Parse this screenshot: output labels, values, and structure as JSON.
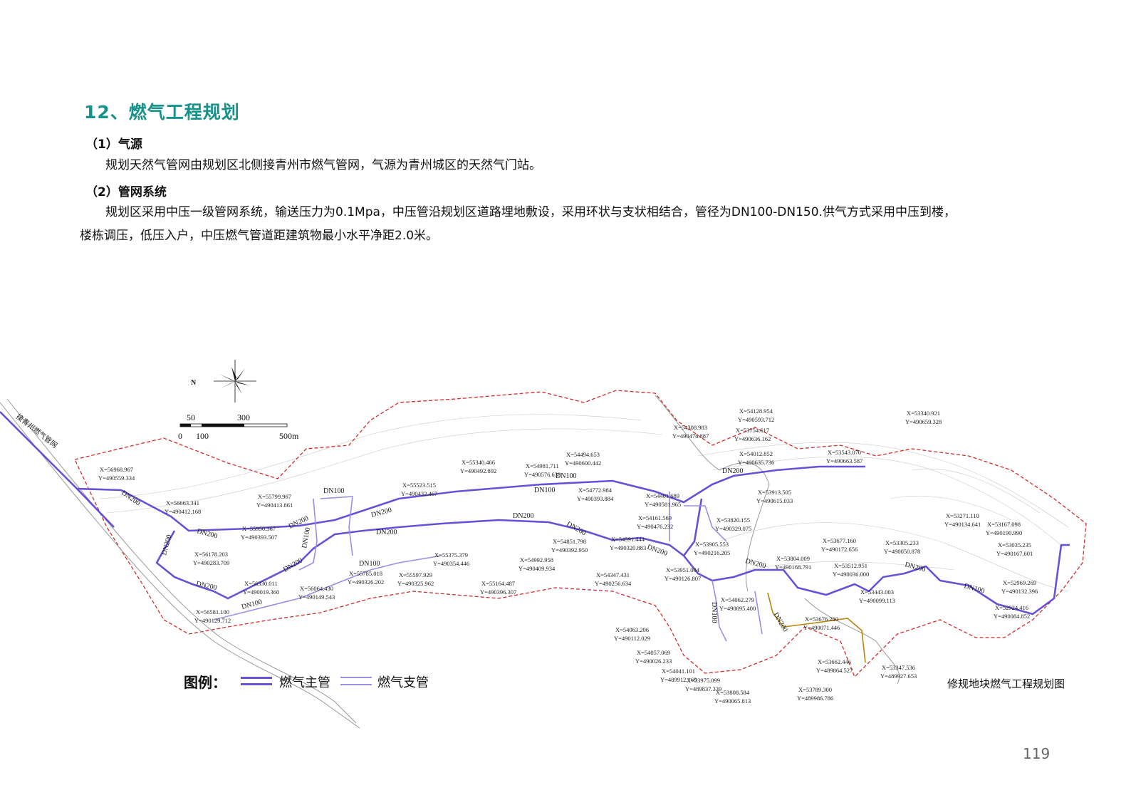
{
  "doc": {
    "title": "12、燃气工程规划",
    "section1_heading": "（1）气源",
    "section1_text": "规划天然气管网由规划区北侧接青州市燃气管网，气源为青州城区的天然气门站。",
    "section2_heading": "（2）管网系统",
    "section2_text_line1": "规划区采用中压一级管网系统，输送压力为0.1Mpa，中压管沿规划区道路埋地敷设，采用环状与支状相结合，管径为DN100-DN150.供气方式采用中压到楼，",
    "section2_text_line2": "楼栋调压，低压入户，中压燃气管道距建筑物最小水平净距2.0米。",
    "page_number": "119"
  },
  "map": {
    "north_label": "N",
    "connect_label": "接青州燃气管网",
    "scale": {
      "tick_50": "50",
      "tick_300": "300",
      "tick_0": "0",
      "tick_100": "100",
      "tick_500": "500m"
    },
    "dn_labels": [
      "DN200",
      "DN200",
      "DN200",
      "DN200",
      "DN200",
      "DN100",
      "DN100",
      "DN200",
      "DN200",
      "DN100",
      "DN200",
      "DN200",
      "DN100",
      "DN200",
      "DN200",
      "DN200",
      "DN200",
      "DN200",
      "DN100",
      "DN200",
      "DN100",
      "DN100",
      "DN100"
    ],
    "coords": [
      {
        "x": "X=56968.967",
        "y": "Y=490559.334"
      },
      {
        "x": "X=56663.341",
        "y": "Y=490412.168"
      },
      {
        "x": "X=55799.967",
        "y": "Y=490413.861"
      },
      {
        "x": "X=55950.367",
        "y": "Y=490393.507"
      },
      {
        "x": "X=56178.203",
        "y": "Y=490283.709"
      },
      {
        "x": "X=56330.011",
        "y": "Y=490019.360"
      },
      {
        "x": "X=56064.430",
        "y": "Y=490149.543"
      },
      {
        "x": "X=56581.100",
        "y": "Y=490129.712"
      },
      {
        "x": "X=55340.466",
        "y": "Y=490492.892"
      },
      {
        "x": "X=55523.515",
        "y": "Y=490432.467"
      },
      {
        "x": "X=55785.018",
        "y": "Y=490326.202"
      },
      {
        "x": "X=55597.929",
        "y": "Y=490325.962"
      },
      {
        "x": "X=55375.379",
        "y": "Y=490354.446"
      },
      {
        "x": "X=55164.487",
        "y": "Y=490396.307"
      },
      {
        "x": "X=54981.711",
        "y": "Y=490576.638"
      },
      {
        "x": "X=54494.653",
        "y": "Y=490600.442"
      },
      {
        "x": "X=54772.984",
        "y": "Y=490393.884"
      },
      {
        "x": "X=54992.958",
        "y": "Y=490409.934"
      },
      {
        "x": "X=54851.798",
        "y": "Y=490392.950"
      },
      {
        "x": "X=54591.444",
        "y": "Y=490320.883"
      },
      {
        "x": "X=54347.431",
        "y": "Y=490256.634"
      },
      {
        "x": "X=54401.689",
        "y": "Y=490581.965"
      },
      {
        "x": "X=54161.569",
        "y": "Y=490476.232"
      },
      {
        "x": "X=54308.983",
        "y": "Y=490478.887"
      },
      {
        "x": "X=54128.954",
        "y": "Y=490593.712"
      },
      {
        "x": "X=53754.617",
        "y": "Y=490636.162"
      },
      {
        "x": "X=54012.852",
        "y": "Y=490635.736"
      },
      {
        "x": "X=53913.505",
        "y": "Y=490615.033"
      },
      {
        "x": "X=53820.155",
        "y": "Y=490329.075"
      },
      {
        "x": "X=53905.553",
        "y": "Y=490216.205"
      },
      {
        "x": "X=53951.004",
        "y": "Y=490126.807"
      },
      {
        "x": "X=54062.279",
        "y": "Y=490095.400"
      },
      {
        "x": "X=54063.206",
        "y": "Y=490112.029"
      },
      {
        "x": "X=54057.069",
        "y": "Y=490026.233"
      },
      {
        "x": "X=54041.101",
        "y": "Y=489912.169"
      },
      {
        "x": "X=53975.099",
        "y": "Y=489837.339"
      },
      {
        "x": "X=53808.584",
        "y": "Y=490065.813"
      },
      {
        "x": "X=53789.300",
        "y": "Y=489986.786"
      },
      {
        "x": "X=53543.070",
        "y": "Y=490663.587"
      },
      {
        "x": "X=53340.921",
        "y": "Y=490659.328"
      },
      {
        "x": "X=53677.160",
        "y": "Y=490172.656"
      },
      {
        "x": "X=53804.009",
        "y": "Y=490168.791"
      },
      {
        "x": "X=53512.951",
        "y": "Y=490036.000"
      },
      {
        "x": "X=53443.003",
        "y": "Y=490099.113"
      },
      {
        "x": "X=53676.280",
        "y": "Y=490071.446"
      },
      {
        "x": "X=53662.446",
        "y": "Y=489864.527"
      },
      {
        "x": "X=53347.536",
        "y": "Y=489927.653"
      },
      {
        "x": "X=53305.233",
        "y": "Y=490050.878"
      },
      {
        "x": "X=53271.110",
        "y": "Y=490134.641"
      },
      {
        "x": "X=53167.098",
        "y": "Y=490190.990"
      },
      {
        "x": "X=53035.235",
        "y": "Y=490167.601"
      },
      {
        "x": "X=52969.269",
        "y": "Y=490132.396"
      },
      {
        "x": "X=52924.416",
        "y": "Y=490084.852"
      }
    ]
  },
  "legend": {
    "title": "图例：",
    "main_pipe": "燃气主管",
    "branch_pipe": "燃气支管",
    "main_color": "#6a4fd8",
    "branch_color": "#9a8ee6"
  },
  "caption": "修规地块燃气工程规划图"
}
